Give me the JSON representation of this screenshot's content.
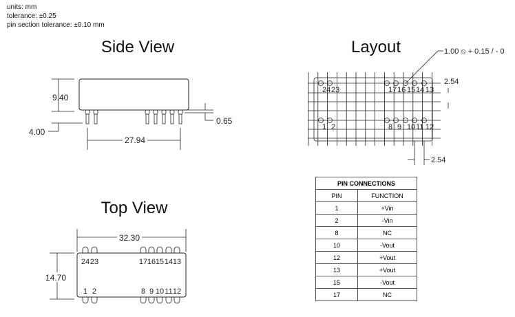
{
  "notes": {
    "units": "units: mm",
    "tolerance": "tolerance: ±0.25",
    "pin_tolerance": "pin section tolerance: ±0.10 mm"
  },
  "side_view": {
    "title": "Side View",
    "height_dim": "9.40",
    "pin_length_dim": "4.00",
    "pin_span_dim": "27.94",
    "standoff_dim": "0.65"
  },
  "layout": {
    "title": "Layout",
    "hole_spec": "1.00 ⦸ + 0.15 / - 0",
    "row_pitch_dim": "2.54",
    "col_pitch_dim": "2.54",
    "top_pins": [
      "24",
      "23",
      "17",
      "16",
      "15",
      "14",
      "13"
    ],
    "bottom_pins": [
      "1",
      "2",
      "8",
      "9",
      "10",
      "11",
      "12"
    ]
  },
  "top_view": {
    "title": "Top View",
    "width_dim": "32.30",
    "depth_dim": "14.70",
    "top_pins": [
      "24",
      "23",
      "17",
      "16",
      "15",
      "14",
      "13"
    ],
    "bottom_pins": [
      "1",
      "2",
      "8",
      "9",
      "10",
      "11",
      "12"
    ]
  },
  "pin_table": {
    "title": "PIN CONNECTIONS",
    "headers": [
      "PIN",
      "FUNCTION"
    ],
    "rows": [
      [
        "1",
        "+Vin"
      ],
      [
        "2",
        "-Vin"
      ],
      [
        "8",
        "NC"
      ],
      [
        "10",
        "-Vout"
      ],
      [
        "12",
        "+Vout"
      ],
      [
        "13",
        "+Vout"
      ],
      [
        "15",
        "-Vout"
      ],
      [
        "17",
        "NC"
      ]
    ]
  }
}
